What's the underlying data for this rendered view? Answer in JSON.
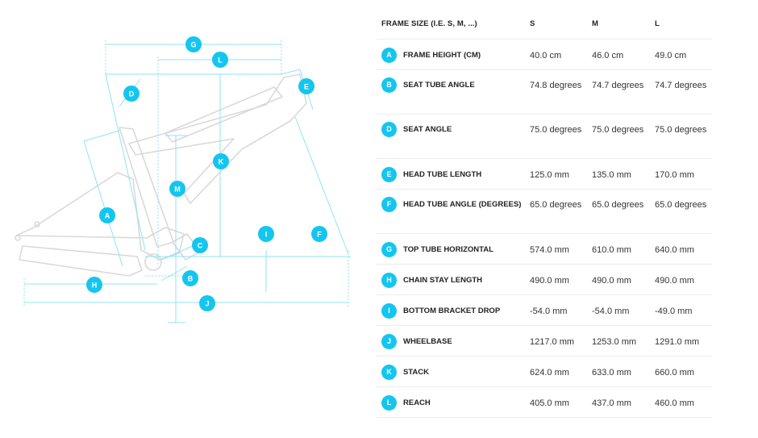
{
  "table": {
    "headers": [
      "FRAME SIZE (I.E. S, M, ...)",
      "S",
      "M",
      "L"
    ],
    "rows": [
      {
        "key": "A",
        "label": "FRAME HEIGHT (CM)",
        "s": "40.0 cm",
        "m": "46.0 cm",
        "l": "49.0 cm"
      },
      {
        "key": "B",
        "label": "SEAT TUBE ANGLE",
        "s": "74.8 degrees",
        "m": "74.7 degrees",
        "l": "74.7 degrees"
      },
      {
        "key": "D",
        "label": "SEAT ANGLE",
        "s": "75.0 degrees",
        "m": "75.0 degrees",
        "l": "75.0 degrees"
      },
      {
        "key": "E",
        "label": "HEAD TUBE LENGTH",
        "s": "125.0 mm",
        "m": "135.0 mm",
        "l": "170.0 mm"
      },
      {
        "key": "F",
        "label": "HEAD TUBE ANGLE (DEGREES)",
        "s": "65.0 degrees",
        "m": "65.0 degrees",
        "l": "65.0 degrees"
      },
      {
        "key": "G",
        "label": "TOP TUBE HORIZONTAL",
        "s": "574.0 mm",
        "m": "610.0 mm",
        "l": "640.0 mm"
      },
      {
        "key": "H",
        "label": "CHAIN STAY LENGTH",
        "s": "490.0 mm",
        "m": "490.0 mm",
        "l": "490.0 mm"
      },
      {
        "key": "I",
        "label": "BOTTOM BRACKET DROP",
        "s": "-54.0 mm",
        "m": "-54.0 mm",
        "l": "-49.0 mm"
      },
      {
        "key": "J",
        "label": "WHEELBASE",
        "s": "1217.0 mm",
        "m": "1253.0 mm",
        "l": "1291.0 mm"
      },
      {
        "key": "K",
        "label": "STACK",
        "s": "624.0 mm",
        "m": "633.0 mm",
        "l": "660.0 mm"
      },
      {
        "key": "L",
        "label": "REACH",
        "s": "405.0 mm",
        "m": "437.0 mm",
        "l": "460.0 mm"
      }
    ]
  },
  "diagram_markers": [
    "G",
    "L",
    "E",
    "D",
    "K",
    "M",
    "A",
    "I",
    "F",
    "C",
    "H",
    "B",
    "J"
  ],
  "colors": {
    "accent": "#14c6ef",
    "frame_outline": "#d7d7d7",
    "dimension_line": "#7fdff5"
  }
}
